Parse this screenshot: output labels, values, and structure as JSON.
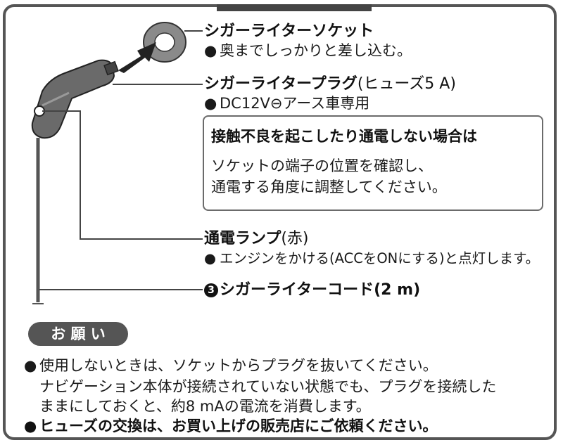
{
  "socket": {
    "title": "シガーライターソケット",
    "desc": "奥までしっかりと差し込む。"
  },
  "plug": {
    "title": "シガーライタープラグ",
    "title_note": "(ヒューズ5 A)",
    "desc": "DC12V⊖アース車専用"
  },
  "note_box": {
    "title": "接触不良を起こしたり通電しない場合は",
    "line1": "ソケットの端子の位置を確認し、",
    "line2": "通電する角度に調整してください。"
  },
  "lamp": {
    "title": "通電ランプ",
    "title_note": "(赤)",
    "desc": "エンジンをかける(ACCをONにする)と点灯します。"
  },
  "cord": {
    "number": "3",
    "title": "シガーライターコード(2 m)"
  },
  "request": {
    "badge": "お 願 い",
    "item1_line1": "使用しないときは、ソケットからプラグを抜いてください。",
    "item1_line2": "ナビゲーション本体が接続されていない状態でも、プラグを接続した",
    "item1_line3": "ままにしておくと、約8 mAの電流を消費します。",
    "item2": "ヒューズの交換は、お買い上げの販売店にご依頼ください。"
  },
  "bullet": "●"
}
